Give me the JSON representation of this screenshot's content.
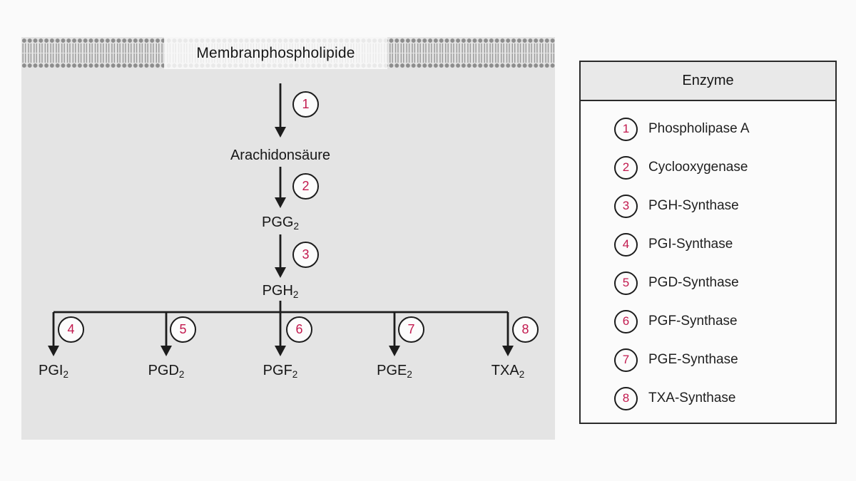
{
  "membrane": {
    "label": "Membranphospholipide"
  },
  "diagram": {
    "intermediates": [
      {
        "base": "Arachidonsäure",
        "sub": ""
      },
      {
        "base": "PGG",
        "sub": "2"
      },
      {
        "base": "PGH",
        "sub": "2"
      }
    ],
    "steps": [
      "1",
      "2",
      "3",
      "4",
      "5",
      "6",
      "7",
      "8"
    ],
    "products": [
      {
        "base": "PGI",
        "sub": "2"
      },
      {
        "base": "PGD",
        "sub": "2"
      },
      {
        "base": "PGF",
        "sub": "2"
      },
      {
        "base": "PGE",
        "sub": "2"
      },
      {
        "base": "TXA",
        "sub": "2"
      }
    ]
  },
  "legend": {
    "title": "Enzyme",
    "items": [
      {
        "num": "1",
        "label": "Phospholipase A"
      },
      {
        "num": "2",
        "label": "Cyclooxygenase"
      },
      {
        "num": "3",
        "label": "PGH-Synthase"
      },
      {
        "num": "4",
        "label": "PGI-Synthase"
      },
      {
        "num": "5",
        "label": "PGD-Synthase"
      },
      {
        "num": "6",
        "label": "PGF-Synthase"
      },
      {
        "num": "7",
        "label": "PGE-Synthase"
      },
      {
        "num": "8",
        "label": "TXA-Synthase"
      }
    ]
  },
  "colors": {
    "accent_number": "#c2194e",
    "line": "#1c1c1c",
    "diagram_bg": "#e4e4e4",
    "page_bg": "#fafafa",
    "legend_header_bg": "#e9e9e9"
  }
}
